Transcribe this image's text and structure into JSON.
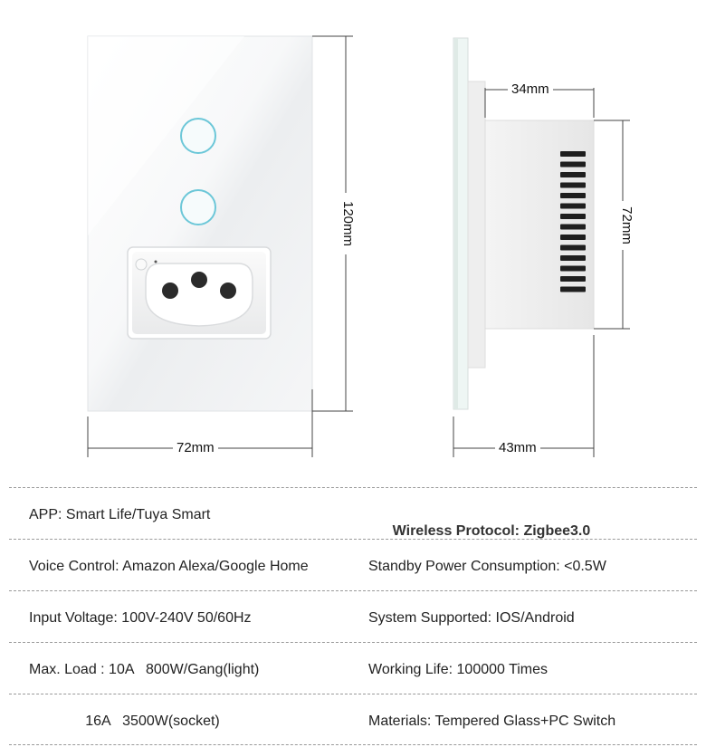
{
  "dimensions": {
    "front_width": "72mm",
    "front_height": "120mm",
    "side_depth": "34mm",
    "side_height": "72mm",
    "side_width": "43mm"
  },
  "specs": {
    "rows": [
      {
        "left": "APP: Smart Life/Tuya Smart",
        "right_label": "Wireless Protocol: ",
        "right_value": "Zigbee3.0"
      },
      {
        "left": "Voice Control: Amazon Alexa/Google Home",
        "right_label": "Standby Power Consumption: <0.5W",
        "right_value": ""
      },
      {
        "left": "Input Voltage: 100V-240V 50/60Hz",
        "right_label": "System Supported: IOS/Android",
        "right_value": ""
      },
      {
        "left": "Max. Load : 10A   800W/Gang(light)",
        "right_label": "Working Life: 100000 Times",
        "right_value": ""
      },
      {
        "left": "              16A   3500W(socket)",
        "right_label": "Materials: Tempered Glass+PC Switch",
        "right_value": ""
      }
    ]
  },
  "colors": {
    "plate": "#f4f5f6",
    "plate_edge": "#dcdfe2",
    "touch_ring": "#5ec3d6",
    "socket_hole": "#2b2b2b"
  }
}
